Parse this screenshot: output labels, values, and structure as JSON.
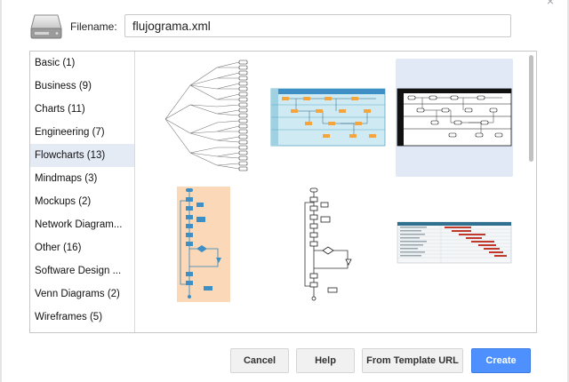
{
  "dialog": {
    "close_glyph": "×",
    "filename_label": "Filename:",
    "filename_value": "flujograma.xml"
  },
  "categories": [
    {
      "label": "Basic (1)"
    },
    {
      "label": "Business (9)"
    },
    {
      "label": "Charts (11)"
    },
    {
      "label": "Engineering (7)"
    },
    {
      "label": "Flowcharts (13)",
      "selected": true
    },
    {
      "label": "Mindmaps (3)"
    },
    {
      "label": "Mockups (2)"
    },
    {
      "label": "Network Diagram..."
    },
    {
      "label": "Other (16)"
    },
    {
      "label": "Software Design ..."
    },
    {
      "label": "Venn Diagrams (2)"
    },
    {
      "label": "Wireframes (5)"
    }
  ],
  "templates": [
    {
      "kind": "tree"
    },
    {
      "kind": "cross-functional-blue"
    },
    {
      "kind": "cross-functional-white",
      "selected": true
    },
    {
      "kind": "vertical-flowchart-colored"
    },
    {
      "kind": "vertical-flowchart-plain"
    },
    {
      "kind": "gantt"
    }
  ],
  "buttons": {
    "cancel": "Cancel",
    "help": "Help",
    "from_template_url": "From Template URL",
    "create": "Create"
  },
  "colors": {
    "accent": "#4d90fe",
    "selected_category": "#e4ebf5",
    "selected_template": "#e0e9f5",
    "flow_highlight": "#fbd9b8",
    "swimlane_blue": "#bfe3ee",
    "shape_orange": "#f6a53c",
    "shape_blue": "#3d8fc5"
  },
  "icons": {
    "drive": "drive-icon",
    "close": "close-icon"
  }
}
